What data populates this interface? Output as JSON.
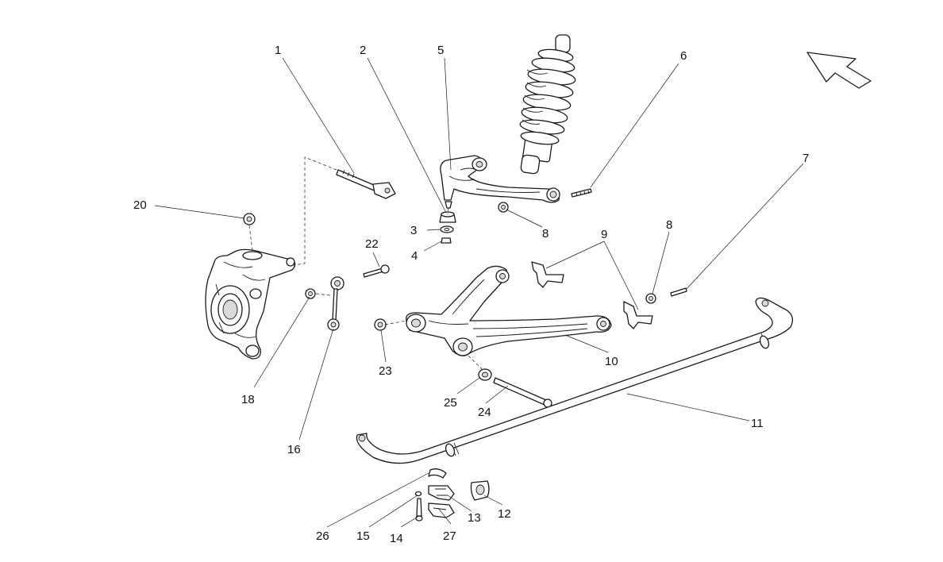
{
  "callouts": {
    "c1": "1",
    "c2": "2",
    "c3": "3",
    "c4": "4",
    "c5": "5",
    "c6": "6",
    "c7": "7",
    "c8a": "8",
    "c8b": "8",
    "c9": "9",
    "c10": "10",
    "c11": "11",
    "c12": "12",
    "c13": "13",
    "c14": "14",
    "c15": "15",
    "c16": "16",
    "c18": "18",
    "c20": "20",
    "c22": "22",
    "c23": "23",
    "c24": "24",
    "c25": "25",
    "c26": "26",
    "c27": "27"
  },
  "icons": {
    "orientation_arrow": "orientation-arrow-icon"
  }
}
